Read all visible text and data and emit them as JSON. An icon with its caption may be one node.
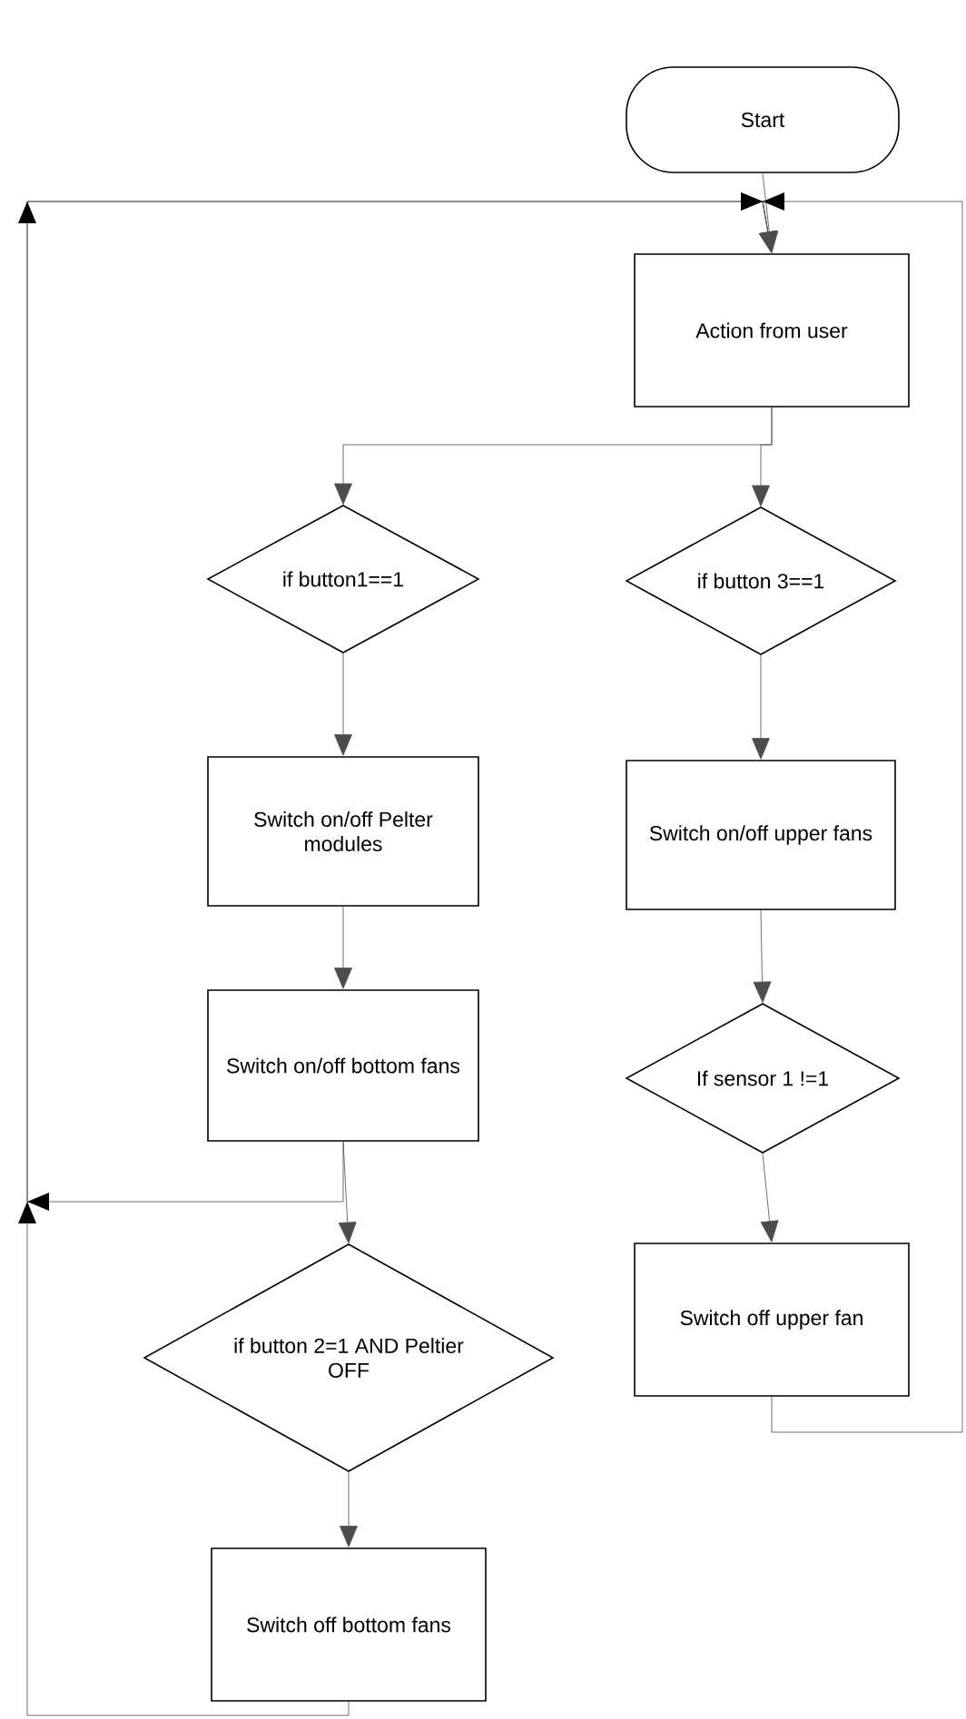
{
  "diagram": {
    "nodes": [
      {
        "text": [
          "Start"
        ]
      },
      {
        "text": [
          "Action from user"
        ]
      },
      {
        "text": [
          "if button1==1"
        ]
      },
      {
        "text": [
          "if button 3==1"
        ]
      },
      {
        "text": [
          "Switch on/off Pelter modules"
        ]
      },
      {
        "text": [
          "Switch on/off bottom fans"
        ]
      },
      {
        "text": [
          "if button 2=1 AND Peltier OFF"
        ]
      },
      {
        "text": [
          "Switch off bottom fans"
        ]
      },
      {
        "text": [
          "Switch on/off upper fans"
        ]
      },
      {
        "text": [
          "If sensor 1 !=1"
        ]
      },
      {
        "text": [
          "Switch off upper fan"
        ]
      }
    ],
    "edges": [
      {
        "from": 0,
        "to": 1,
        "arrow": "to"
      },
      {
        "from": 1,
        "to": 2,
        "arrow": "to"
      },
      {
        "from": 1,
        "to": 3,
        "arrow": "to"
      },
      {
        "from": 2,
        "to": 4,
        "arrow": "to"
      },
      {
        "from": 4,
        "to": 5,
        "arrow": "to"
      },
      {
        "from": 5,
        "to": 6,
        "arrow": "to"
      },
      {
        "from": 6,
        "to": 7,
        "arrow": "to"
      },
      {
        "from": 3,
        "to": 8,
        "arrow": "to"
      },
      {
        "from": 8,
        "to": 9,
        "arrow": "to"
      },
      {
        "from": 9,
        "to": 10,
        "arrow": "to"
      },
      {
        "from": 5,
        "to": 1,
        "arrow": "to"
      },
      {
        "from": 7,
        "to": 1,
        "arrow": "to"
      },
      {
        "from": 10,
        "to": 1,
        "arrow": "to"
      }
    ]
  }
}
